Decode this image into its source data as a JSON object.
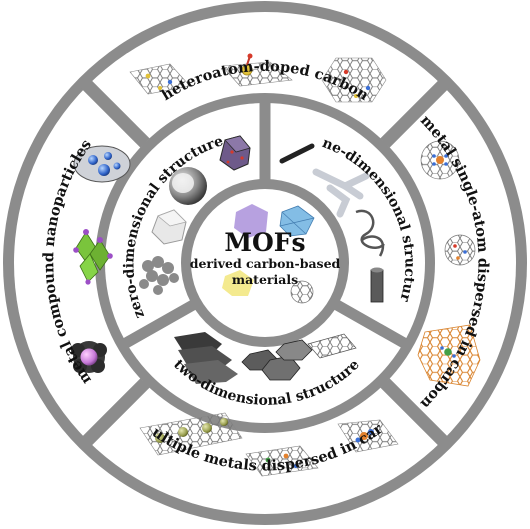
{
  "center": {
    "title": "MOFs",
    "subtitle_line1": "derived carbon-based",
    "subtitle_line2": "materials"
  },
  "outer_ring": {
    "top": "heteroatom-doped carbon",
    "right": "metal single-atom dispersed in carbon",
    "bottom": "bi/multiple metals dispersed in carbon",
    "left": "metal compound nanoparticles"
  },
  "inner_ring": {
    "top_left": "zero-dimensional structure",
    "top_right": "one-dimensional structure",
    "bottom": "two-dimensional structure"
  },
  "colors": {
    "ring": "#8c8c8c",
    "panel": "#ffffff",
    "carbon": "#7a7a7a",
    "dopant_n": "#3b6fd6",
    "dopant_s": "#e2c23a",
    "metal_orange": "#e3812d",
    "metal_green": "#8fcf3a",
    "octahedron": "#7ac43c",
    "mof_purple": "#a58ad8",
    "mof_blue": "#76b6e3"
  }
}
